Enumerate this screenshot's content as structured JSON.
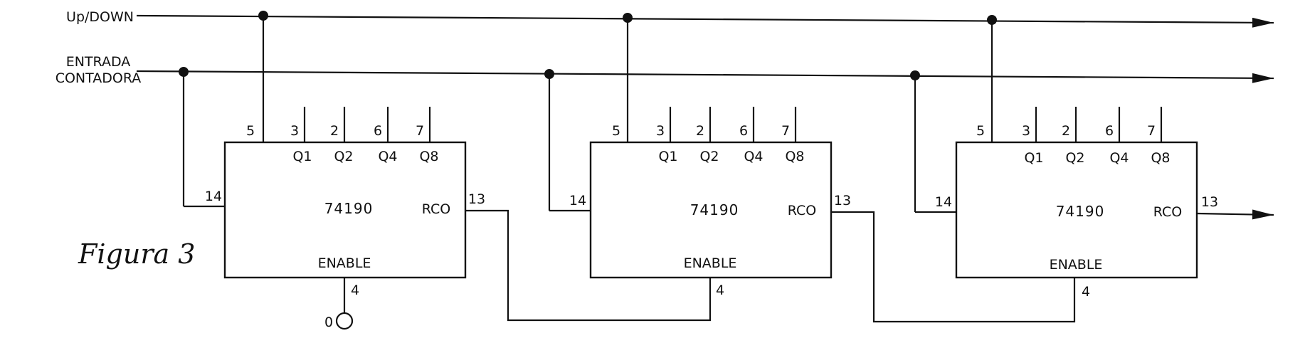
{
  "signals": {
    "up_down": "Up/DOWN",
    "entrada_line1": "ENTRADA",
    "entrada_line2": "CONTADORA"
  },
  "figure_caption": "Figura 3",
  "counters": [
    {
      "chip": "74190",
      "enable": "ENABLE",
      "rco": "RCO",
      "outputs": [
        "Q1",
        "Q2",
        "Q4",
        "Q8"
      ],
      "output_pins": [
        "3",
        "2",
        "6",
        "7"
      ],
      "pin_updown": "5",
      "pin_clock": "14",
      "pin_rco": "13",
      "pin_enable": "4"
    },
    {
      "chip": "74190",
      "enable": "ENABLE",
      "rco": "RCO",
      "outputs": [
        "Q1",
        "Q2",
        "Q4",
        "Q8"
      ],
      "output_pins": [
        "3",
        "2",
        "6",
        "7"
      ],
      "pin_updown": "5",
      "pin_clock": "14",
      "pin_rco": "13",
      "pin_enable": "4"
    },
    {
      "chip": "74190",
      "enable": "ENABLE",
      "rco": "RCO",
      "outputs": [
        "Q1",
        "Q2",
        "Q4",
        "Q8"
      ],
      "output_pins": [
        "3",
        "2",
        "6",
        "7"
      ],
      "pin_updown": "5",
      "pin_clock": "14",
      "pin_rco": "13",
      "pin_enable": "4"
    }
  ],
  "enable_ground_label": "0"
}
